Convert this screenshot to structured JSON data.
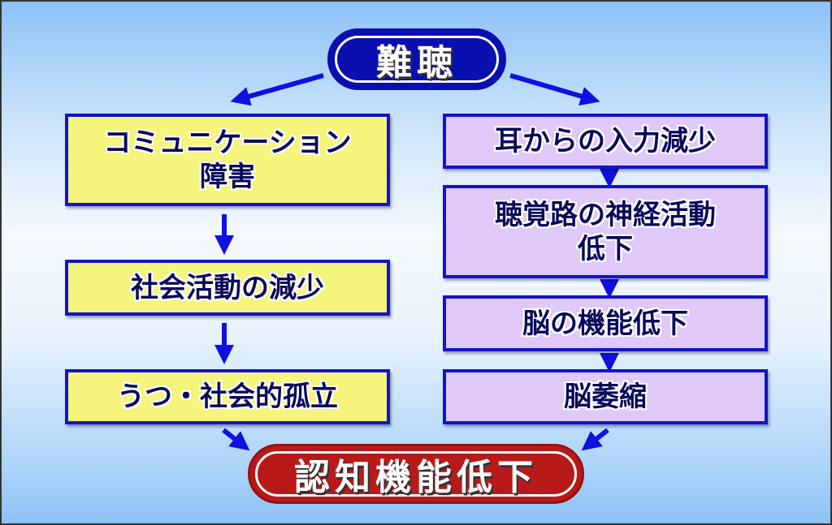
{
  "top": {
    "label": "難聴"
  },
  "left_chain": [
    {
      "label": "コミュニケーション\n障害"
    },
    {
      "label": "社会活動の減少"
    },
    {
      "label": "うつ・社会的孤立"
    }
  ],
  "right_chain": [
    {
      "label": "耳からの入力減少"
    },
    {
      "label": "聴覚路の神経活動\n低下"
    },
    {
      "label": "脳の機能低下"
    },
    {
      "label": "脳萎縮"
    }
  ],
  "bottom": {
    "label": "認知機能低下"
  },
  "colors": {
    "arrow": "#1010e0",
    "top_pill": "#0a10b0",
    "bottom_pill": "#b81a1a",
    "left_box": "#f5f47c",
    "right_box": "#dfc9f8",
    "border": "#1414c8"
  }
}
